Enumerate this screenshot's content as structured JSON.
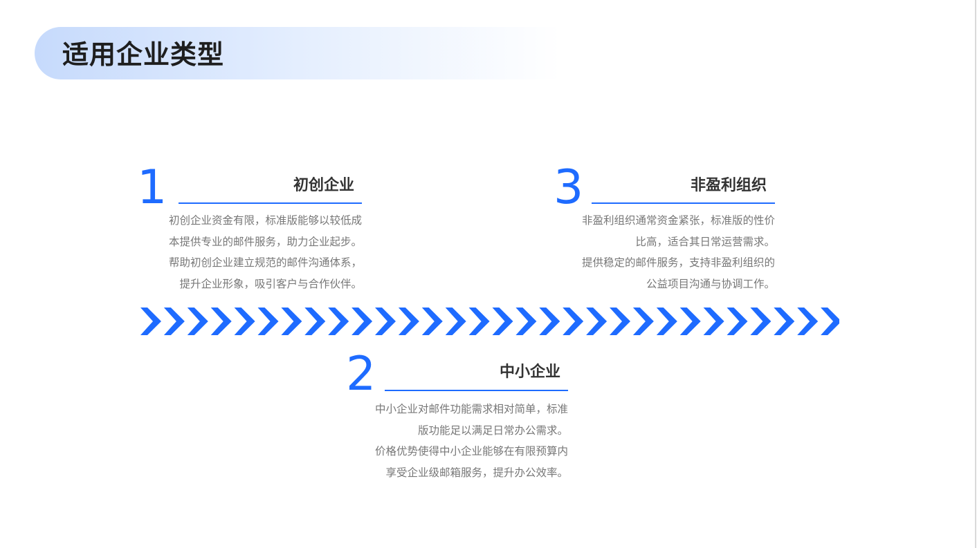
{
  "page": {
    "title": "适用企业类型"
  },
  "cards": [
    {
      "number": "1",
      "title": "初创企业",
      "paragraphs": [
        "初创企业资金有限，标准版能够以较低成本提供专业的邮件服务，助力企业起步。",
        "帮助初创企业建立规范的邮件沟通体系，提升企业形象，吸引客户与合作伙伴。"
      ]
    },
    {
      "number": "2",
      "title": "中小企业",
      "paragraphs": [
        "中小企业对邮件功能需求相对简单，标准版功能足以满足日常办公需求。",
        "价格优势使得中小企业能够在有限预算内享受企业级邮箱服务，提升办公效率。"
      ]
    },
    {
      "number": "3",
      "title": "非盈利组织",
      "paragraphs": [
        "非盈利组织通常资金紧张，标准版的性价比高，适合其日常运营需求。",
        "提供稳定的邮件服务，支持非盈利组织的公益项目沟通与协调工作。"
      ]
    }
  ],
  "timeline": {
    "chevron_count": 30,
    "color": "#1e6bff"
  },
  "colors": {
    "accent": "#1e6bff",
    "title_gradient_start": "#c6dafc"
  }
}
